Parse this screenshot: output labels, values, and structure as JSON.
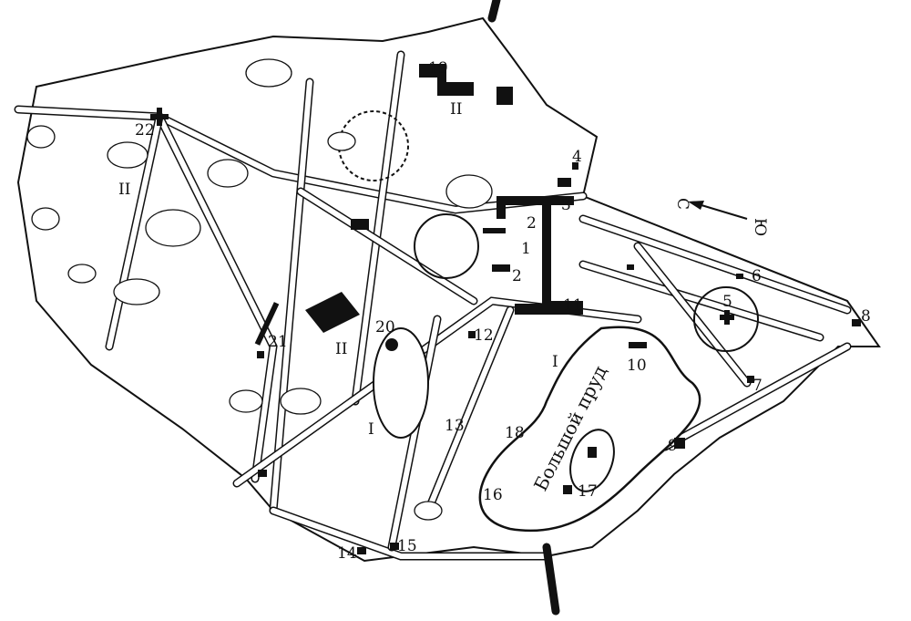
{
  "map": {
    "pond_name": "Большой пруд",
    "compass": {
      "north": "С",
      "south": "Ю"
    },
    "labels": {
      "l19": "19",
      "l19_zone": "II",
      "l22": "22",
      "l_west_zone": "II",
      "l3": "3",
      "l2a": "2",
      "l1": "1",
      "l2b": "2",
      "l4": "4",
      "l6": "6",
      "l5": "5",
      "l11": "11",
      "l8": "8",
      "l21": "21",
      "l21_zone": "II",
      "l20": "20",
      "l12": "12",
      "l_pond_zone": "I",
      "l10": "10",
      "l7": "7",
      "l13": "13",
      "l18": "18",
      "l9": "9",
      "l_sw_zone": "I",
      "l16": "16",
      "l17": "17",
      "l15": "15",
      "l14": "14"
    }
  }
}
